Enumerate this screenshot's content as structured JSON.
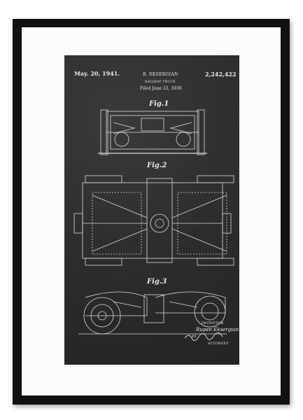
{
  "patent": {
    "date": "May. 20, 1941.",
    "inventor": "R. EKSERGIAN",
    "number": "2,242,422",
    "title": "RAILWAY TRUCK",
    "filed": "Filed June 22, 1939"
  },
  "figures": {
    "fig1": "Fig.1",
    "fig2": "Fig.2",
    "fig3": "Fig.3"
  },
  "signature": {
    "inventor_label": "INVENTOR",
    "inventor_name": "Rupen Eksergian",
    "by": "BY",
    "attorney_label": "ATTORNEY"
  },
  "colors": {
    "frame": "#111111",
    "mat": "#fbfbfb",
    "board": "#2e2e2e",
    "ink": "#e9e9e9"
  }
}
